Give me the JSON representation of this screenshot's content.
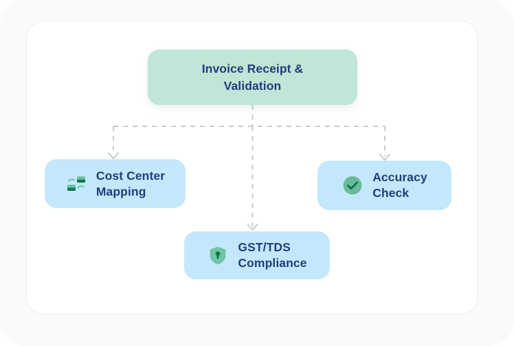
{
  "diagram": {
    "type": "flowchart",
    "orientation": "top-down",
    "root": {
      "id": "invoice-receipt-validation",
      "label": "Invoice Receipt &\nValidation",
      "fill_color": "#bfe6d6",
      "text_color": "#243c7a"
    },
    "children": [
      {
        "id": "cost-center-mapping",
        "label": "Cost Center\nMapping",
        "icon": "swap-exchange-icon",
        "icon_color": "#14865a",
        "fill_color": "#c3e8fb",
        "text_color": "#243c7a"
      },
      {
        "id": "gst-tds-compliance",
        "label": "GST/TDS\nCompliance",
        "icon": "shield-keyhole-icon",
        "icon_color": "#5fbb9c",
        "fill_color": "#c3e8fb",
        "text_color": "#243c7a"
      },
      {
        "id": "accuracy-check",
        "label": "Accuracy\nCheck",
        "icon": "check-circle-icon",
        "icon_color": "#6ab99b",
        "fill_color": "#c3e8fb",
        "text_color": "#243c7a"
      }
    ],
    "connectors": {
      "style": "dashed",
      "color": "#c7c9cc",
      "arrowhead": "chevron-down"
    },
    "colors": {
      "page_background": "#fafafa",
      "card_background": "#ffffff",
      "card_border": "#ececec"
    }
  }
}
